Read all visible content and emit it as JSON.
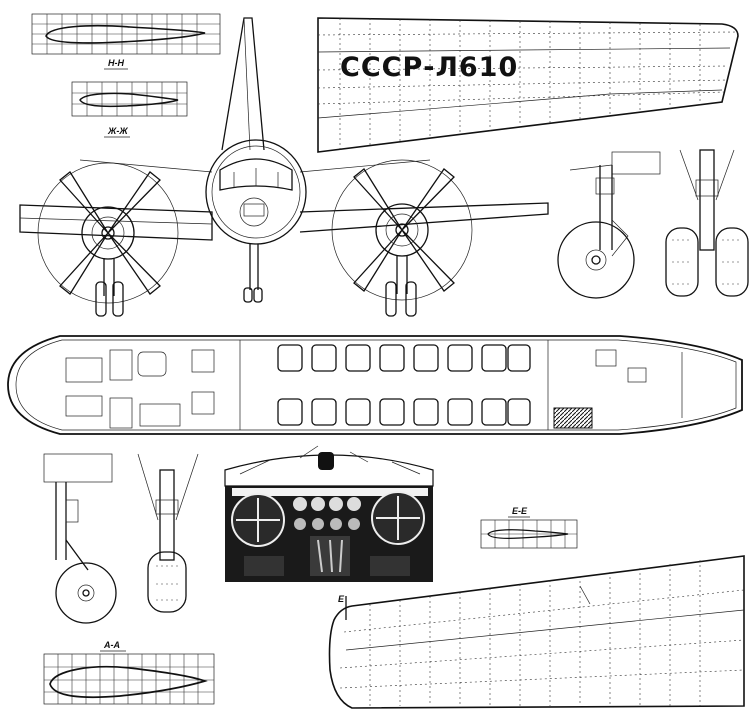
{
  "registration": "СССР-Л610",
  "section_labels": {
    "n_n": "Н-Н",
    "zh_zh": "Ж-Ж",
    "e_e": "Е-Е",
    "a_a": "А-А",
    "e_marker": "Е"
  },
  "colors": {
    "ink": "#111111",
    "paper": "#ffffff"
  }
}
